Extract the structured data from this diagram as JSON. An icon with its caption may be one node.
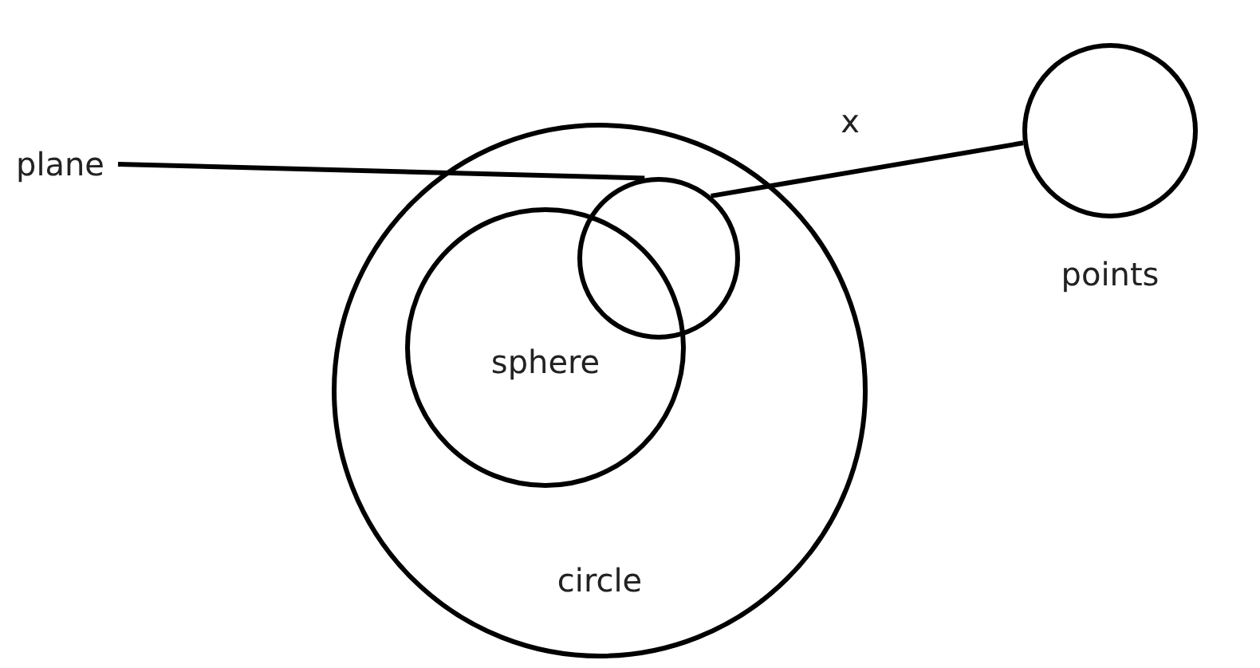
{
  "diagram": {
    "nodes": [
      {
        "text": [
          "circle"
        ]
      },
      {
        "text": [
          "sphere"
        ],
        "in": 0
      },
      {
        "text": [],
        "shape": "circle",
        "in": 0
      },
      {
        "text": [],
        "shape": "circle",
        "beside": [
          "points"
        ]
      },
      {
        "text": [
          "plane"
        ]
      }
    ],
    "edges": [
      {
        "from": 4,
        "to": 2,
        "arrow": "none"
      },
      {
        "from": 2,
        "to": 3,
        "arrow": "none",
        "label": "x"
      }
    ]
  }
}
